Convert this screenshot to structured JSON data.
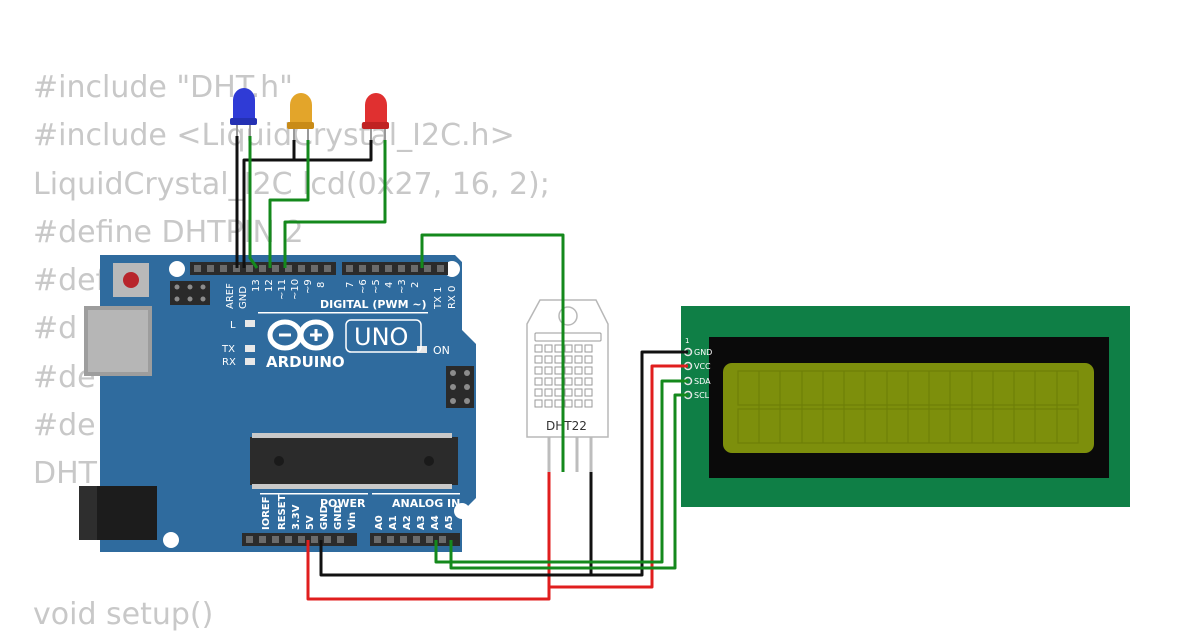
{
  "code": {
    "lines": [
      "#include \"DHT.h\"",
      "#include <LiquidCrystal_I2C.h>",
      "LiquidCrystal_I2C lcd(0x27, 16, 2);",
      "#define DHTPIN 2",
      "#def",
      "#d",
      "#de",
      "#de",
      "DHT"
    ],
    "setup_line": "void setup()"
  },
  "arduino": {
    "brand": "ARDUINO",
    "model": "UNO",
    "digital_header": "DIGITAL (PWM ~)",
    "power_header": "POWER",
    "analog_header": "ANALOG IN",
    "on_label": "ON",
    "led_l": "L",
    "led_tx": "TX",
    "led_rx": "RX",
    "digital_pins": [
      "AREF",
      "GND",
      "13",
      "12",
      "~11",
      "~10",
      "~9",
      "8",
      "7",
      "~6",
      "~5",
      "4",
      "~3",
      "2",
      "TX 1",
      "RX 0"
    ],
    "power_pins": [
      "IOREF",
      "RESET",
      "3.3V",
      "5V",
      "GND",
      "GND",
      "Vin"
    ],
    "analog_pins": [
      "A0",
      "A1",
      "A2",
      "A3",
      "A4",
      "A5"
    ]
  },
  "dht": {
    "label": "DHT22"
  },
  "lcd": {
    "pin1": "1",
    "pins": [
      "GND",
      "VCC",
      "SDA",
      "SCL"
    ]
  },
  "leds": [
    {
      "name": "blue-led",
      "color": "#2f3bd6"
    },
    {
      "name": "yellow-led",
      "color": "#e3a52a"
    },
    {
      "name": "red-led",
      "color": "#e03030"
    }
  ],
  "colors": {
    "board": "#2f6b9e",
    "lcd_pcb": "#0f7f46",
    "lcd_screen": "#7d8f0c",
    "wire_green": "#14891c",
    "wire_red": "#e01e1e",
    "wire_black": "#111111"
  }
}
